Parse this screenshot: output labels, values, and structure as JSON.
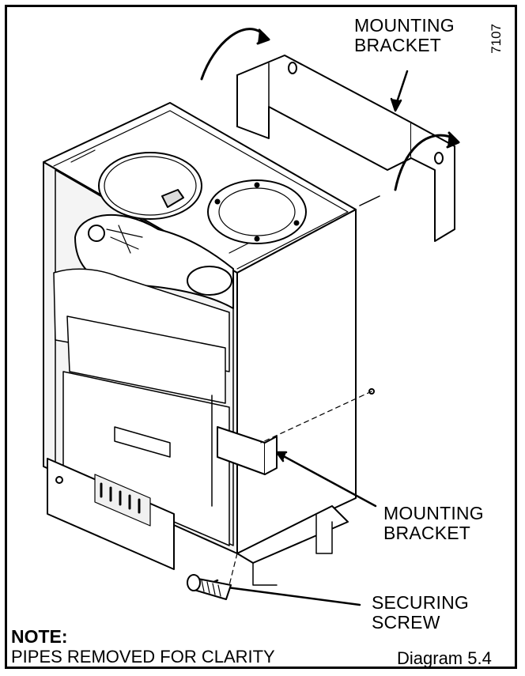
{
  "labels": {
    "bracket_top": "MOUNTING\nBRACKET",
    "bracket_bottom": "MOUNTING\nBRACKET",
    "screw": "SECURING\nSCREW"
  },
  "figure_number": "7107",
  "note": {
    "heading": "NOTE:",
    "text": "PIPES REMOVED FOR CLARITY"
  },
  "caption": "Diagram 5.4"
}
